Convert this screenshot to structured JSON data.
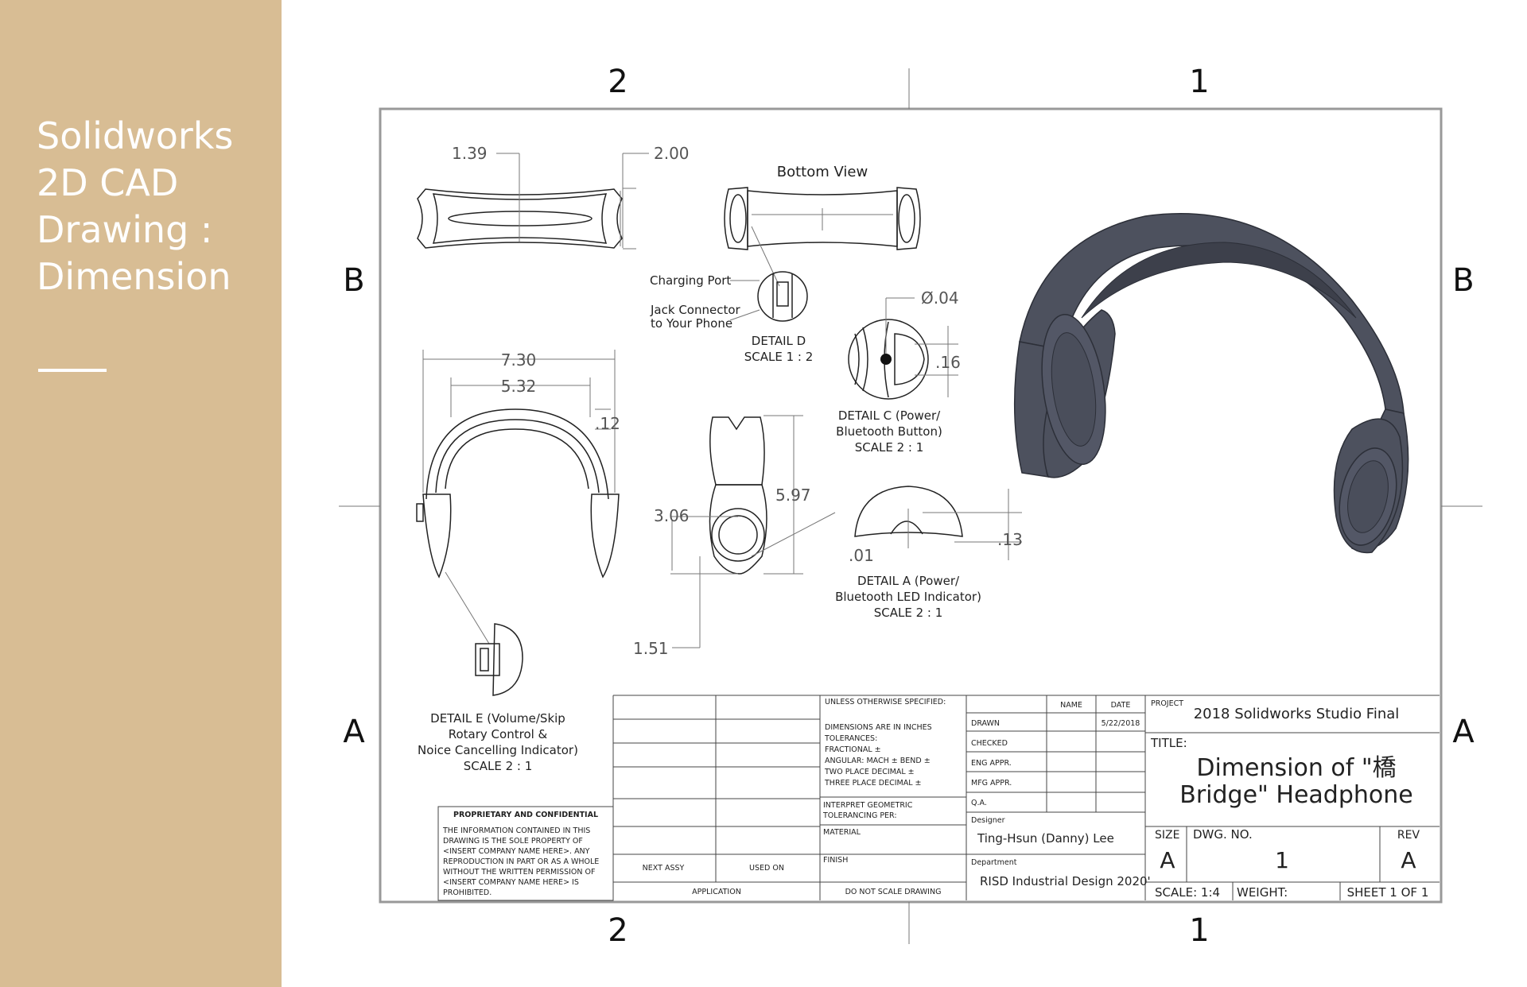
{
  "sidebar": {
    "title_lines": [
      "Solidworks",
      "2D CAD",
      "Drawing :",
      "Dimension"
    ]
  },
  "zones": {
    "cols": [
      "2",
      "1"
    ],
    "rows": [
      "B",
      "A"
    ]
  },
  "views": {
    "bottom_view": "Bottom View",
    "charging_port": "Charging Port",
    "jack_line1": "Jack Connector",
    "jack_line2": "to Your Phone",
    "detail_d": [
      "DETAIL D",
      "SCALE 1 : 2"
    ],
    "detail_c": [
      "DETAIL C (Power/",
      "Bluetooth Button)",
      "SCALE 2 : 1"
    ],
    "detail_a": [
      "DETAIL A (Power/",
      "Bluetooth LED Indicator)",
      "SCALE 2 : 1"
    ],
    "detail_e": [
      "DETAIL E (Volume/Skip",
      "Rotary Control &",
      "Noice Cancelling Indicator)",
      "SCALE 2 : 1"
    ]
  },
  "dimensions": {
    "d1": "1.39",
    "d2": "2.00",
    "d3": "7.30",
    "d4": "5.32",
    "d5": ".12",
    "d6": "5.97",
    "d7": "3.06",
    "d8": "1.51",
    "d9": "Ø.04",
    "d10": ".16",
    "d11": ".13",
    "d12": ".01"
  },
  "title_block": {
    "unless": "UNLESS OTHERWISE SPECIFIED:",
    "dims_notes": [
      "DIMENSIONS ARE IN INCHES",
      "TOLERANCES:",
      "FRACTIONAL ±",
      "ANGULAR: MACH ±    BEND ±",
      "TWO PLACE DECIMAL   ±",
      "THREE PLACE DECIMAL  ±"
    ],
    "interpret": [
      "INTERPRET GEOMETRIC",
      "TOLERANCING PER:"
    ],
    "material": "MATERIAL",
    "finish": "FINISH",
    "do_not_scale": "DO NOT SCALE DRAWING",
    "next_assy": "NEXT ASSY",
    "used_on": "USED ON",
    "application": "APPLICATION",
    "name_hdr": "NAME",
    "date_hdr": "DATE",
    "drawn": "DRAWN",
    "drawn_date": "5/22/2018",
    "checked": "CHECKED",
    "eng_appr": "ENG APPR.",
    "mfg_appr": "MFG APPR.",
    "qa": "Q.A.",
    "designer_label": "Designer",
    "designer": "Ting-Hsun (Danny) Lee",
    "department_label": "Department",
    "department": "RISD Industrial Design 2020'",
    "project_label": "PROJECT",
    "project": "2018 Solidworks Studio Final",
    "title_label": "TITLE:",
    "title_line1": "Dimension of \"橋",
    "title_line2": "Bridge\" Headphone",
    "size_label": "SIZE",
    "size": "A",
    "dwg_label": "DWG.  NO.",
    "dwg_no": "1",
    "rev_label": "REV",
    "rev": "A",
    "scale": "SCALE: 1:4",
    "weight": "WEIGHT:",
    "sheet": "SHEET 1 OF 1",
    "proprietary_title": "PROPRIETARY AND CONFIDENTIAL",
    "proprietary_lines": [
      "THE INFORMATION CONTAINED IN THIS",
      "DRAWING IS THE SOLE PROPERTY OF",
      "<INSERT COMPANY NAME HERE>.  ANY",
      "REPRODUCTION IN PART OR AS A WHOLE",
      "WITHOUT THE WRITTEN PERMISSION OF",
      "<INSERT COMPANY NAME HERE> IS",
      "PROHIBITED."
    ]
  }
}
